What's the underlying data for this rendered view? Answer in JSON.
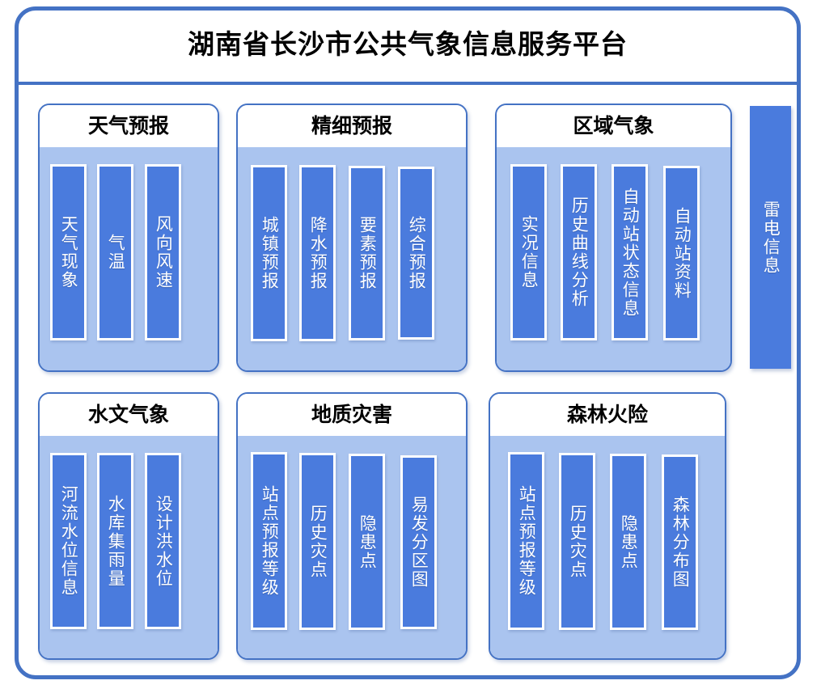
{
  "header": {
    "title": "湖南省长沙市公共气象信息服务平台"
  },
  "colors": {
    "frame_border": "#4472c4",
    "panel_body": "#aac4ef",
    "item_bar": "#4a7bdd",
    "item_bar_border": "#ffffff",
    "title_text": "#000000",
    "item_text": "#ffffff"
  },
  "sidebar": {
    "label": "雷电信息"
  },
  "groups": [
    {
      "title": "天气预报",
      "items": [
        {
          "label": "天气现象"
        },
        {
          "label": "气温"
        },
        {
          "label": "风向风速"
        }
      ]
    },
    {
      "title": "精细预报",
      "items": [
        {
          "label": "城镇预报"
        },
        {
          "label": "降水预报"
        },
        {
          "label": "要素预报"
        },
        {
          "label": "综合预报"
        }
      ]
    },
    {
      "title": "区域气象",
      "items": [
        {
          "label": "实况信息"
        },
        {
          "label": "历史曲线分析"
        },
        {
          "label": "自动站状态信息"
        },
        {
          "label": "自动站资料"
        }
      ]
    },
    {
      "title": "水文气象",
      "items": [
        {
          "label": "河流水位信息"
        },
        {
          "label": "水库集雨量"
        },
        {
          "label": "设计洪水位"
        }
      ]
    },
    {
      "title": "地质灾害",
      "items": [
        {
          "label": "站点预报等级"
        },
        {
          "label": "历史灾点"
        },
        {
          "label": "隐患点"
        },
        {
          "label": "易发分区图"
        }
      ]
    },
    {
      "title": "森林火险",
      "items": [
        {
          "label": "站点预报等级"
        },
        {
          "label": "历史灾点"
        },
        {
          "label": "隐患点"
        },
        {
          "label": "森林分布图"
        }
      ]
    }
  ]
}
